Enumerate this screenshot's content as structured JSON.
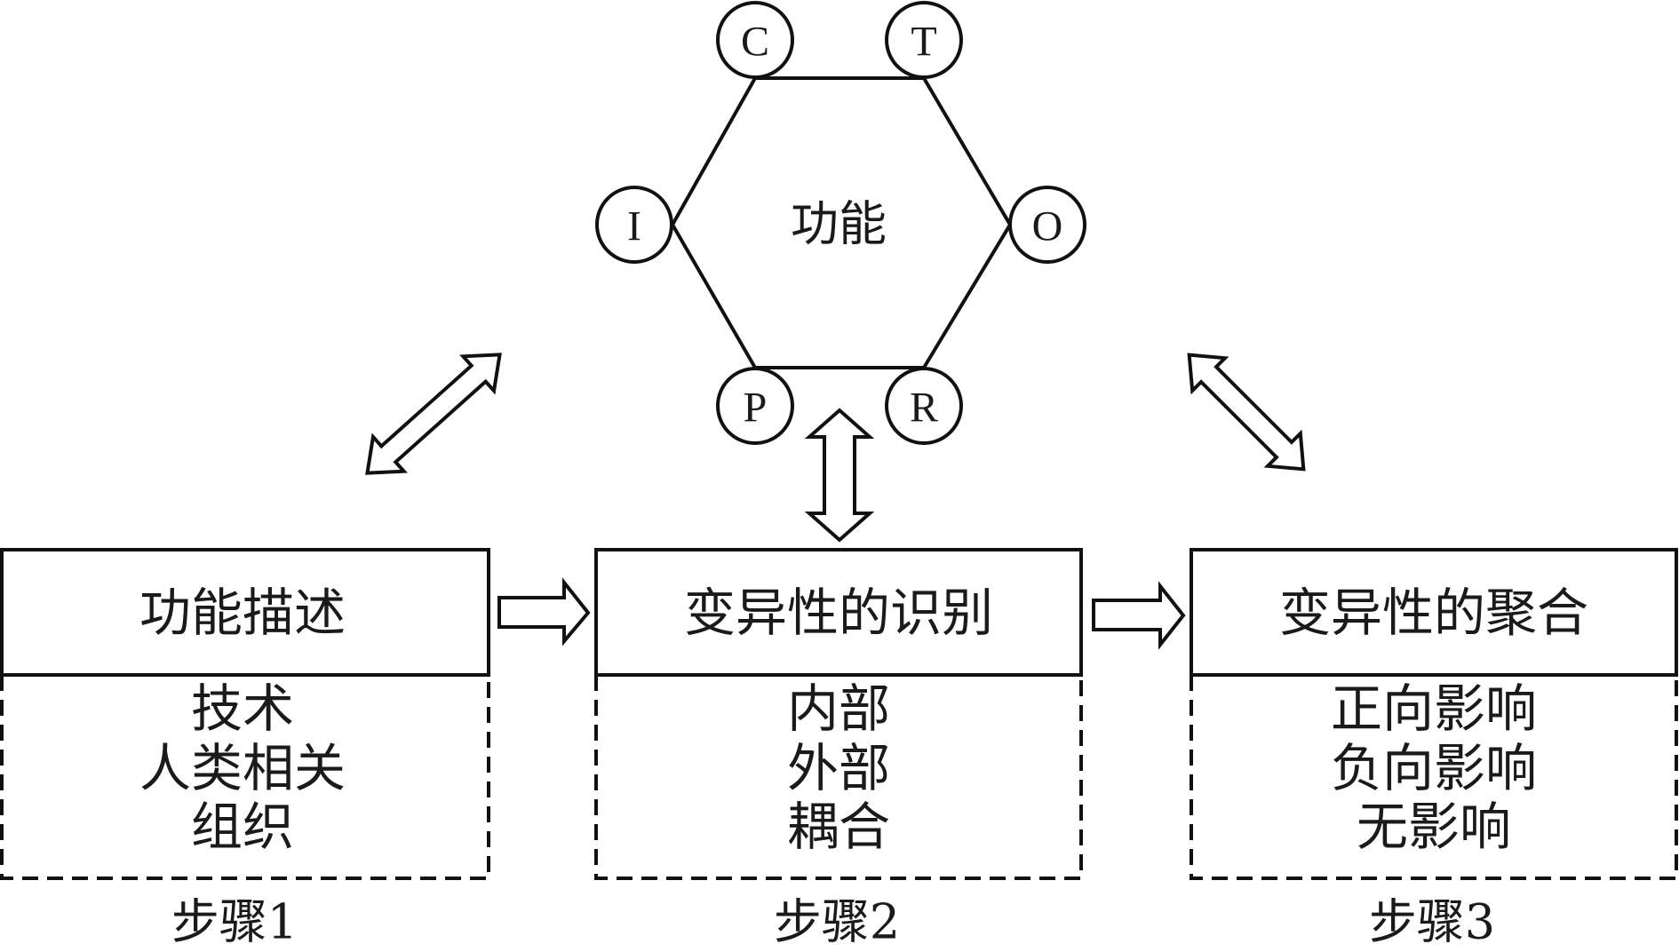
{
  "diagram": {
    "center_label": "功能",
    "nodes": [
      {
        "id": "C",
        "label": "C"
      },
      {
        "id": "T",
        "label": "T"
      },
      {
        "id": "O",
        "label": "O"
      },
      {
        "id": "R",
        "label": "R"
      },
      {
        "id": "P",
        "label": "P"
      },
      {
        "id": "I",
        "label": "I"
      }
    ],
    "steps": [
      {
        "title": "功能描述",
        "items": [
          "技术",
          "人类相关",
          "组织"
        ],
        "step_label": "步骤1"
      },
      {
        "title": "变异性的识别",
        "items": [
          "内部",
          "外部",
          "耦合"
        ],
        "step_label": "步骤2"
      },
      {
        "title": "变异性的聚合",
        "items": [
          "正向影响",
          "负向影响",
          "无影响"
        ],
        "step_label": "步骤3"
      }
    ],
    "connections": [
      {
        "from": "步骤1",
        "to": "步骤2",
        "type": "one-way-arrow"
      },
      {
        "from": "步骤2",
        "to": "步骤3",
        "type": "one-way-arrow"
      },
      {
        "from": "功能",
        "to": "步骤1",
        "type": "two-way-arrow"
      },
      {
        "from": "功能",
        "to": "步骤2",
        "type": "two-way-arrow"
      },
      {
        "from": "功能",
        "to": "步骤3",
        "type": "two-way-arrow"
      }
    ]
  }
}
